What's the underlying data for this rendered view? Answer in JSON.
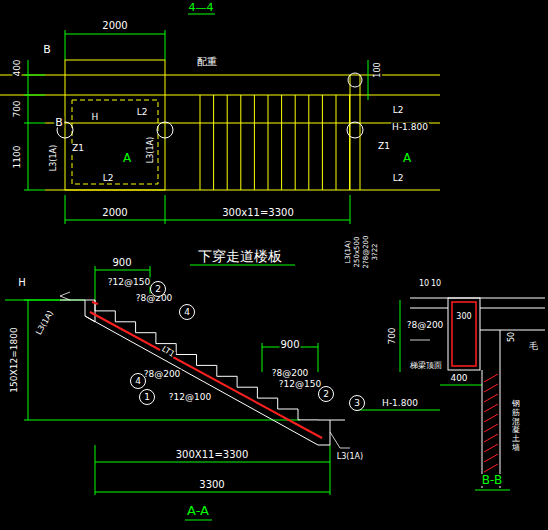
{
  "diagram": {
    "nodes": [
      {
        "text": [
          "2"
        ]
      },
      {
        "text": [
          "4"
        ]
      },
      {
        "text": [
          "4"
        ]
      },
      {
        "text": [
          "1"
        ]
      },
      {
        "text": [
          "2"
        ]
      },
      {
        "text": [
          "3"
        ]
      }
    ],
    "labels": [
      "4—4",
      "2000",
      "B",
      "B",
      "400",
      "700",
      "1100",
      "配重",
      "100",
      "L2",
      "L2",
      "H",
      "L3(1A)",
      "L3(1A)",
      "Z1",
      "Z1",
      "A",
      "A",
      "L2",
      "L2",
      "H-1.800",
      "2000",
      "300x11=3300",
      "L3(1A)",
      "250x500",
      "2?8@200",
      "3?22",
      "下穿走道楼板",
      "H",
      "900",
      "?12@150",
      "?8@200",
      "L3(1A)",
      "150X12=1800",
      "LT1",
      "?8@200",
      "?12@100",
      "900",
      "?8@200",
      "?12@150",
      "H-1.800",
      "L3(1A)",
      "300X11=3300",
      "3300",
      "A-A",
      "10",
      "10",
      "700",
      "300",
      "?8@200",
      "50",
      "400",
      "毛",
      "梯梁顶面",
      "钢筋混凝土墙",
      "B-B"
    ]
  }
}
